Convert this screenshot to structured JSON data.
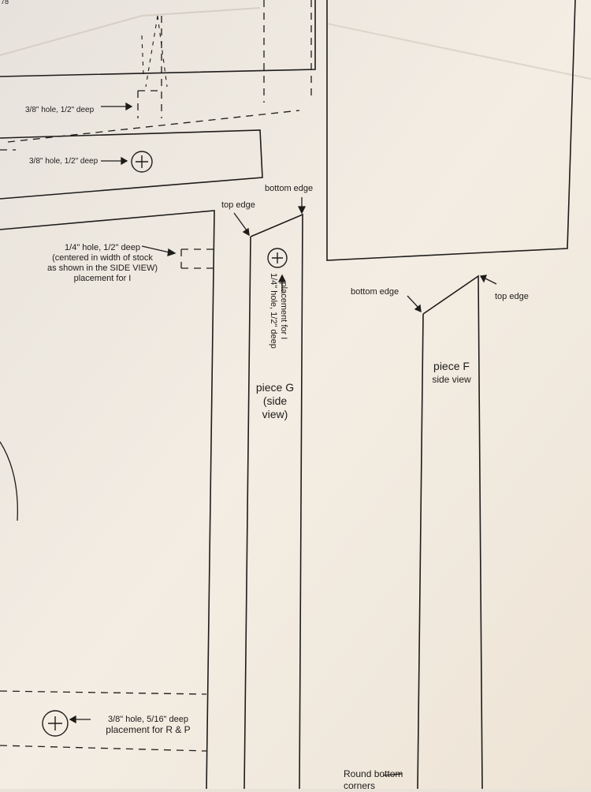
{
  "page_corner_number": "78",
  "labels": {
    "hole_top": "3/8\" hole, 1/2\" deep",
    "hole_band": "3/8\" hole, 1/2\" deep",
    "hole_quarter_line1": "1/4\" hole, 1/2\" deep",
    "hole_quarter_line2": "(centered in width of stock",
    "hole_quarter_line3": "as shown in the SIDE VIEW)",
    "hole_quarter_line4": "placement for I",
    "g_bottom_edge": "bottom edge",
    "g_top_edge": "top edge",
    "f_bottom_edge": "bottom edge",
    "f_top_edge": "top edge",
    "g_vertical_line1": "1/4\" hole, 1/2\" deep",
    "g_vertical_line2": "placement for I",
    "piece_g_line1": "piece G",
    "piece_g_line2": "(side",
    "piece_g_line3": "view)",
    "piece_f_line1": "piece F",
    "piece_f_line2": "side view",
    "rp_line1": "3/8\" hole, 5/16\" deep",
    "rp_line2": "placement for R & P",
    "round_corners_line1": "Round bottom",
    "round_corners_line2": "corners"
  },
  "colors": {
    "paper": "#f1ebe2",
    "line": "#1e1c1a"
  }
}
